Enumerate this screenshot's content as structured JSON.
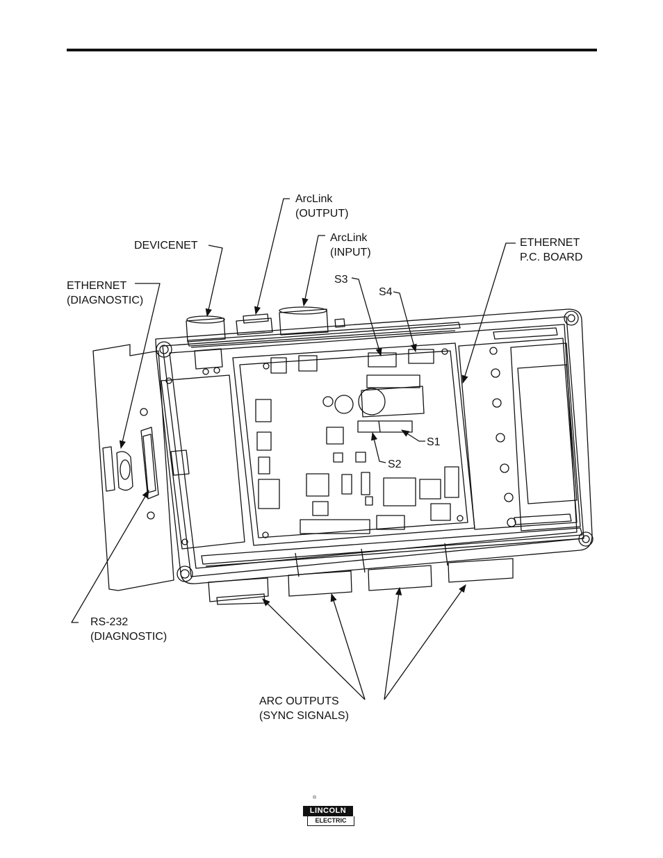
{
  "labels": {
    "arclink_output": [
      "ArcLink",
      "(OUTPUT)"
    ],
    "devicenet": "DEVICENET",
    "arclink_input": [
      "ArcLink",
      "(INPUT)"
    ],
    "ethernet_pc_board": [
      "ETHERNET",
      "P.C. BOARD"
    ],
    "ethernet_diagnostic": [
      "ETHERNET",
      "(DIAGNOSTIC)"
    ],
    "s3": "S3",
    "s4": "S4",
    "s1": "S1",
    "s2": "S2",
    "rs232_diagnostic": [
      "RS-232",
      "(DIAGNOSTIC)"
    ],
    "arc_outputs": [
      "ARC OUTPUTS",
      "(SYNC SIGNALS)"
    ]
  },
  "footer": {
    "logo_top": "LINCOLN",
    "logo_bottom": "ELECTRIC",
    "registered_mark": "®"
  }
}
